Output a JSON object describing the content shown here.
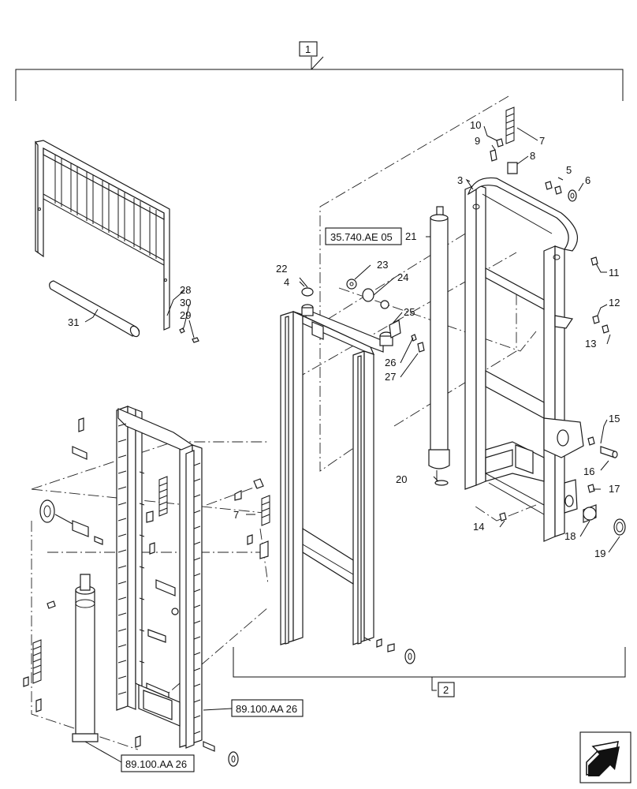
{
  "assemblies": [
    {
      "id": "assembly-1",
      "label": "1"
    },
    {
      "id": "assembly-2",
      "label": "2"
    }
  ],
  "references": [
    {
      "id": "ref-mast-cylinder",
      "label": "35.740.AE 05"
    },
    {
      "id": "ref-lower-right",
      "label": "89.100.AA 26"
    },
    {
      "id": "ref-lower-left",
      "label": "89.100.AA 26"
    }
  ],
  "callouts": [
    "1",
    "2",
    "3",
    "4",
    "5",
    "6",
    "7",
    "8",
    "9",
    "10",
    "11",
    "12",
    "13",
    "14",
    "15",
    "16",
    "17",
    "18",
    "19",
    "20",
    "21",
    "22",
    "23",
    "24",
    "25",
    "26",
    "27",
    "28",
    "29",
    "30",
    "31",
    "7"
  ],
  "nav_icon": "arrow-navigation-icon"
}
